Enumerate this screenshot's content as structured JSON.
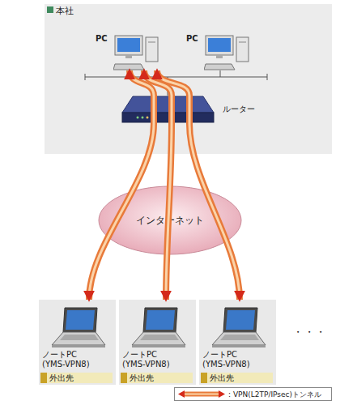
{
  "diagram": {
    "nodes": [
      {
        "text": [
          "本社"
        ]
      },
      {
        "text": [
          "PC"
        ],
        "in": 0
      },
      {
        "text": [
          "PC"
        ],
        "in": 0
      },
      {
        "text": [
          "ルーター"
        ],
        "in": 0
      },
      {
        "text": [
          "インターネット"
        ]
      },
      {
        "text": [
          "ノートPC (YMS-VPN8)",
          "外出先"
        ]
      },
      {
        "text": [
          "ノートPC (YMS-VPN8)",
          "外出先"
        ]
      },
      {
        "text": [
          "ノートPC (YMS-VPN8)",
          "外出先"
        ]
      }
    ],
    "edges": [
      {
        "from": 5,
        "to": 1,
        "arrow": "both"
      },
      {
        "from": 6,
        "to": 1,
        "arrow": "both"
      },
      {
        "from": 7,
        "to": 1,
        "arrow": "both"
      }
    ],
    "labels": [
      "・・・"
    ],
    "legend": [
      {
        "text": ": VPN(L2TP/IPsec)トンネル"
      }
    ]
  }
}
